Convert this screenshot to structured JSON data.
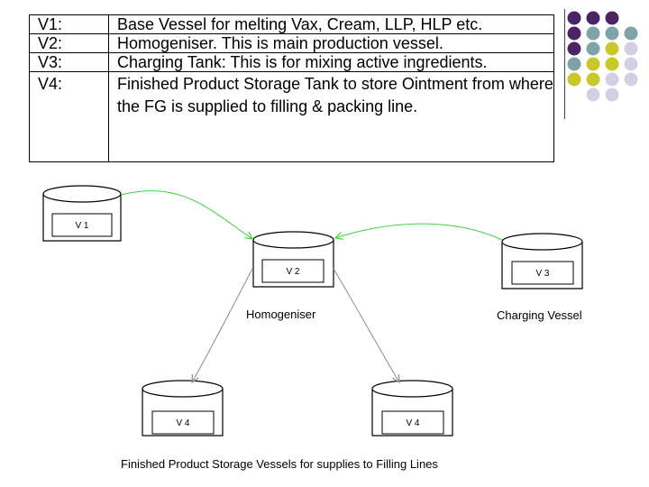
{
  "definitions": [
    {
      "code": "V1:",
      "text": "Base Vessel for melting Vax, Cream, LLP, HLP etc."
    },
    {
      "code": "V2:",
      "text": "Homogeniser. This is main production vessel."
    },
    {
      "code": "V3:",
      "text": "Charging Tank: This is for mixing active ingredients."
    },
    {
      "code": "V4:",
      "text": "Finished Product Storage Tank to store Ointment from where the FG is supplied to filling & packing line."
    }
  ],
  "vessels": {
    "v1": "V 1",
    "v2": "V 2",
    "v3": "V 3",
    "v4a": "V 4",
    "v4b": "V 4"
  },
  "captions": {
    "homogeniser": "Homogeniser",
    "charging": "Charging Vessel",
    "storage": "Finished Product Storage Vessels for supplies to Filling Lines"
  },
  "colors": {
    "purple": "#4a2464",
    "teal": "#7ea3a6",
    "olive": "#c8c82a",
    "lavender": "#d4d0e4",
    "green_arrow": "#3fd33f",
    "gray_arrow": "#8a8a8a"
  }
}
